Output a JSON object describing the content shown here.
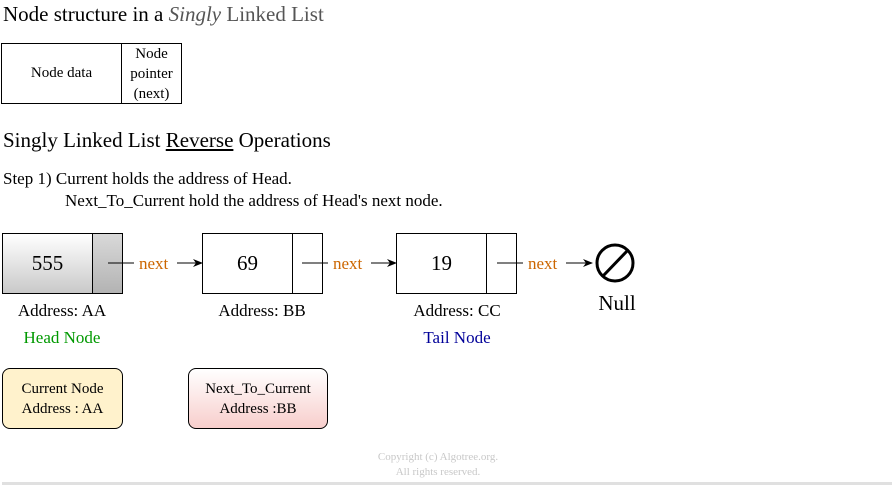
{
  "title": {
    "prefix": "Node structure in a ",
    "emphasis": "Singly",
    "suffix": " Linked List"
  },
  "legend": {
    "data_label": "Node data",
    "pointer_lines": [
      "Node",
      "pointer",
      "(next)"
    ]
  },
  "section": {
    "prefix": "Singly Linked List ",
    "underlined": "Reverse",
    "suffix": " Operations"
  },
  "step": {
    "line1": "Step 1) Current holds the address of Head.",
    "line2": "Next_To_Current hold the address of Head's next node."
  },
  "nodes": [
    {
      "value": "555",
      "address": "Address: AA",
      "role": "Head Node"
    },
    {
      "value": "69",
      "address": "Address: BB",
      "role": ""
    },
    {
      "value": "19",
      "address": "Address: CC",
      "role": "Tail Node"
    }
  ],
  "next_label": "next",
  "null_label": "Null",
  "current_box": {
    "line1": "Current Node",
    "line2": "Address : AA"
  },
  "next_box": {
    "line1": "Next_To_Current",
    "line2": "Address :BB"
  },
  "copyright": {
    "line1": "Copyright (c) Algotree.org.",
    "line2": "All rights reserved."
  },
  "colors": {
    "next_label": "#cc6600",
    "head_role": "#009900",
    "tail_role": "#000099",
    "current_box_fill": "#fff2cc",
    "next_box_fill": "#f8cecc"
  }
}
